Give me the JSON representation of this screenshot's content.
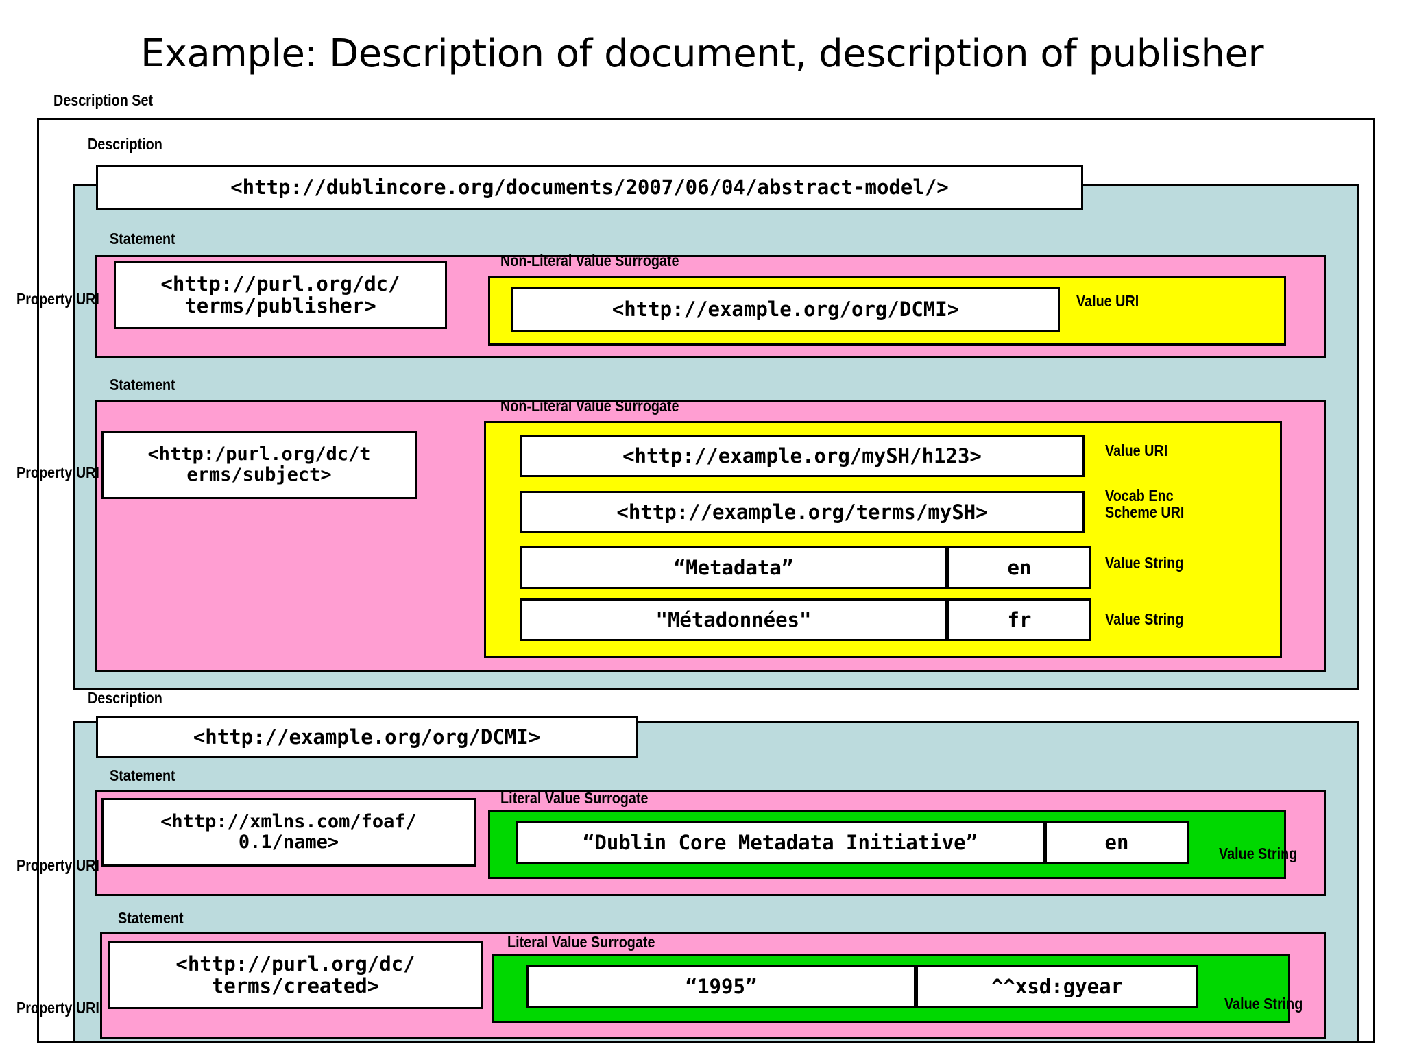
{
  "title": "Example: Description of document, description of publisher",
  "labels": {
    "description_set": "Description Set",
    "description": "Description",
    "statement": "Statement",
    "property_uri": "Property URI",
    "non_literal_value_surrogate": "Non-Literal Value Surrogate",
    "literal_value_surrogate": "Literal Value Surrogate",
    "value_uri": "Value URI",
    "vocab_enc_scheme_uri": "Vocab Enc\nScheme URI",
    "vocab_enc_scheme_uri_line1": "Vocab Enc",
    "vocab_enc_scheme_uri_line2": "Scheme URI",
    "value_string": "Value String"
  },
  "colors": {
    "description_set": "#ffffff",
    "description": "#bcdbdd",
    "statement": "#ff9ed2",
    "non_literal_value_surrogate": "#ffff00",
    "literal_value_surrogate": "#00d800",
    "value_box": "#ffffff",
    "border": "#000000",
    "text": "#000000"
  },
  "descriptions": [
    {
      "resource_uri": "<http://dublincore.org/documents/2007/06/04/abstract-model/>",
      "statements": [
        {
          "property_uri": "<http://purl.org/dc/\nterms/publisher>",
          "property_uri_line1": "<http://purl.org/dc/",
          "property_uri_line2": "terms/publisher>",
          "surrogate_type": "Non-Literal Value Surrogate",
          "values": [
            {
              "text": "<http://example.org/org/DCMI>",
              "lang": "",
              "role": "Value URI"
            }
          ]
        },
        {
          "property_uri": "<http:/purl.org/dc/t\nerms/subject>",
          "property_uri_line1": "<http:/purl.org/dc/t",
          "property_uri_line2": "erms/subject>",
          "surrogate_type": "Non-Literal Value Surrogate",
          "values": [
            {
              "text": "<http://example.org/mySH/h123>",
              "lang": "",
              "role": "Value URI"
            },
            {
              "text": "<http://example.org/terms/mySH>",
              "lang": "",
              "role": "Vocab Enc Scheme URI"
            },
            {
              "text": "“Metadata”",
              "lang": "en",
              "role": "Value String"
            },
            {
              "text": "\"Métadonnées\"",
              "lang": "fr",
              "role": "Value String"
            }
          ]
        }
      ]
    },
    {
      "resource_uri": "<http://example.org/org/DCMI>",
      "statements": [
        {
          "property_uri": "<http://xmlns.com/foaf/\n0.1/name>",
          "property_uri_line1": "<http://xmlns.com/foaf/",
          "property_uri_line2": "0.1/name>",
          "surrogate_type": "Literal Value Surrogate",
          "values": [
            {
              "text": "“Dublin Core Metadata Initiative”",
              "lang": "en",
              "role": "Value String"
            }
          ]
        },
        {
          "property_uri": "<http://purl.org/dc/\nterms/created>",
          "property_uri_line1": "<http://purl.org/dc/",
          "property_uri_line2": "terms/created>",
          "surrogate_type": "Literal Value Surrogate",
          "values": [
            {
              "text": "“1995”",
              "lang": "^^xsd:gyear",
              "role": "Value String"
            }
          ]
        }
      ]
    }
  ]
}
